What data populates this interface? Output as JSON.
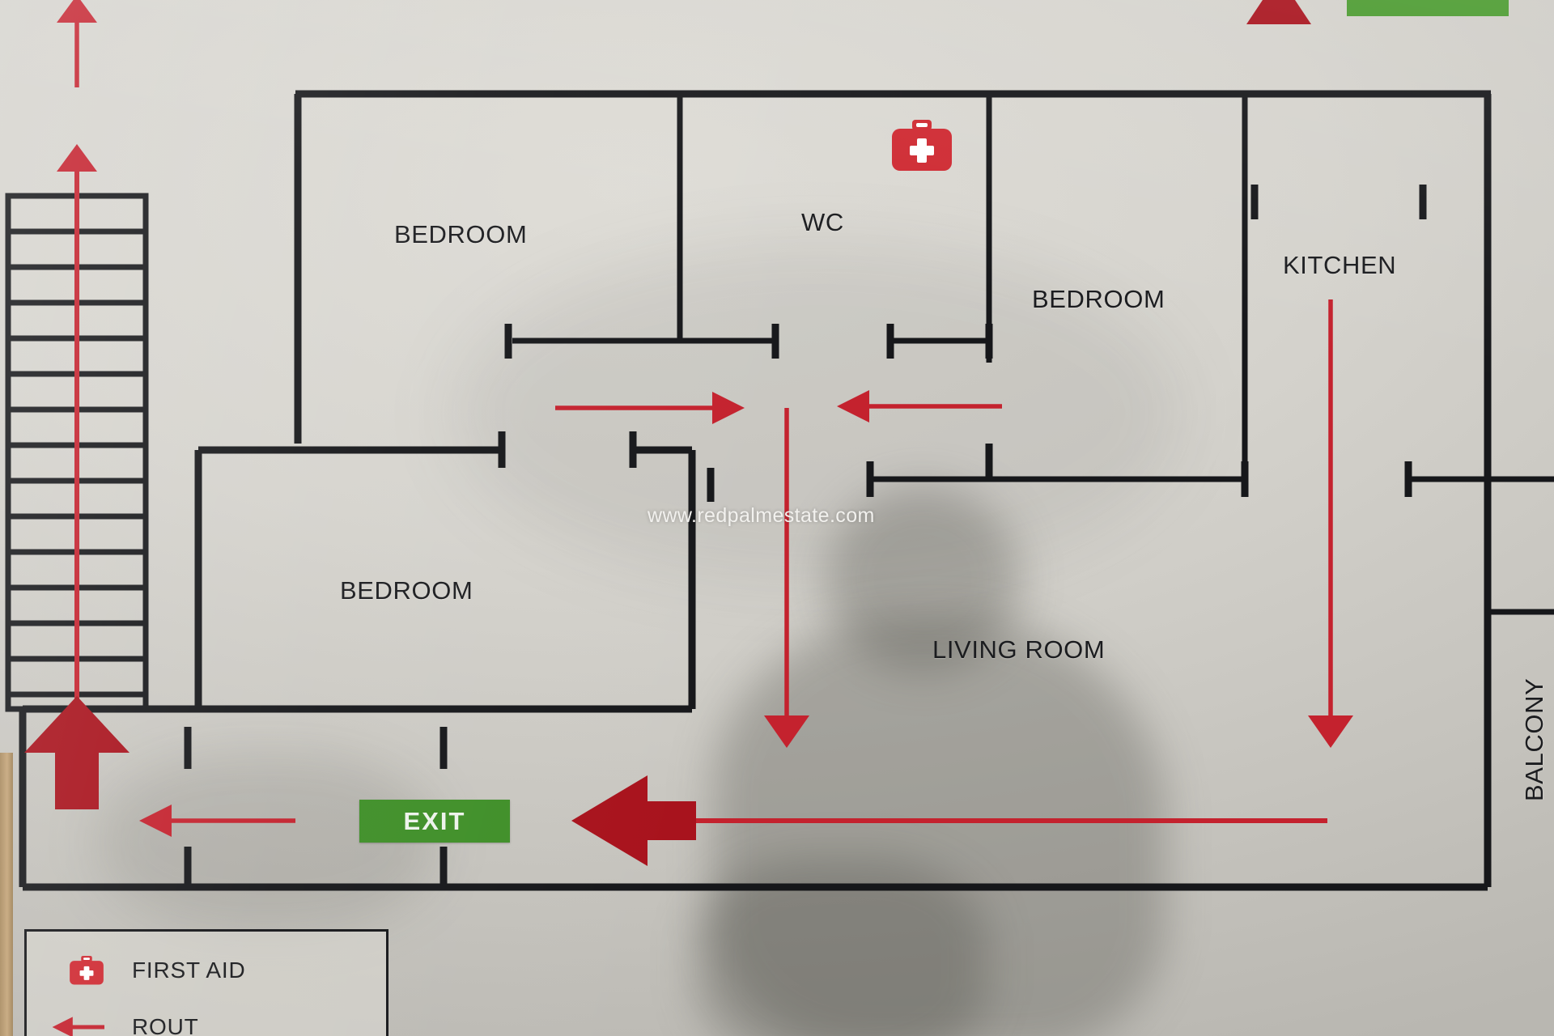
{
  "plan": {
    "watermark": "www.redpalmestate.com",
    "rooms": [
      {
        "key": "bedroom_top_left",
        "label": "BEDROOM"
      },
      {
        "key": "wc",
        "label": "WC"
      },
      {
        "key": "bedroom_top_right",
        "label": "BEDROOM"
      },
      {
        "key": "kitchen",
        "label": "KITCHEN"
      },
      {
        "key": "bedroom_bottom",
        "label": "BEDROOM"
      },
      {
        "key": "living_room",
        "label": "LIVING ROOM"
      },
      {
        "key": "balcony",
        "label": "BALCONY"
      }
    ],
    "signs": {
      "exit_label": "EXIT",
      "exit_color": "#3f8f28",
      "exit_text_color": "#eef3ec"
    },
    "markers": {
      "first_aid_icon": "first-aid-kit-icon",
      "route_icon": "left-arrow-icon",
      "route_color": "#c4222e",
      "wall_color": "#16171a"
    }
  },
  "legend": {
    "items": [
      {
        "icon": "first-aid-kit-icon",
        "label": "FIRST AID"
      },
      {
        "icon": "left-arrow-icon",
        "label": "ROUT"
      }
    ]
  }
}
